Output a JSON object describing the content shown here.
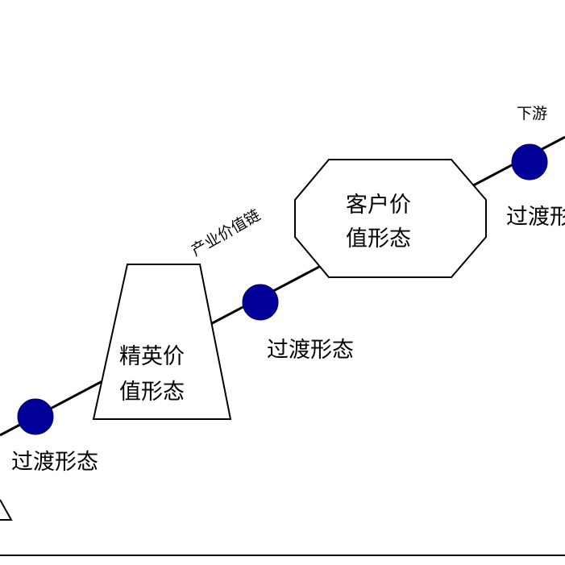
{
  "colors": {
    "node_fill": "#000099",
    "line": "#000000",
    "background": "#ffffff"
  },
  "labels": {
    "downstream": "下游",
    "value_chain": "产业价值链",
    "transition": "过渡形态",
    "transition_right_partial": "过渡形",
    "elite_line1": "精英价",
    "elite_line2": "值形态",
    "customer_line1": "客户价",
    "customer_line2": "值形态"
  }
}
